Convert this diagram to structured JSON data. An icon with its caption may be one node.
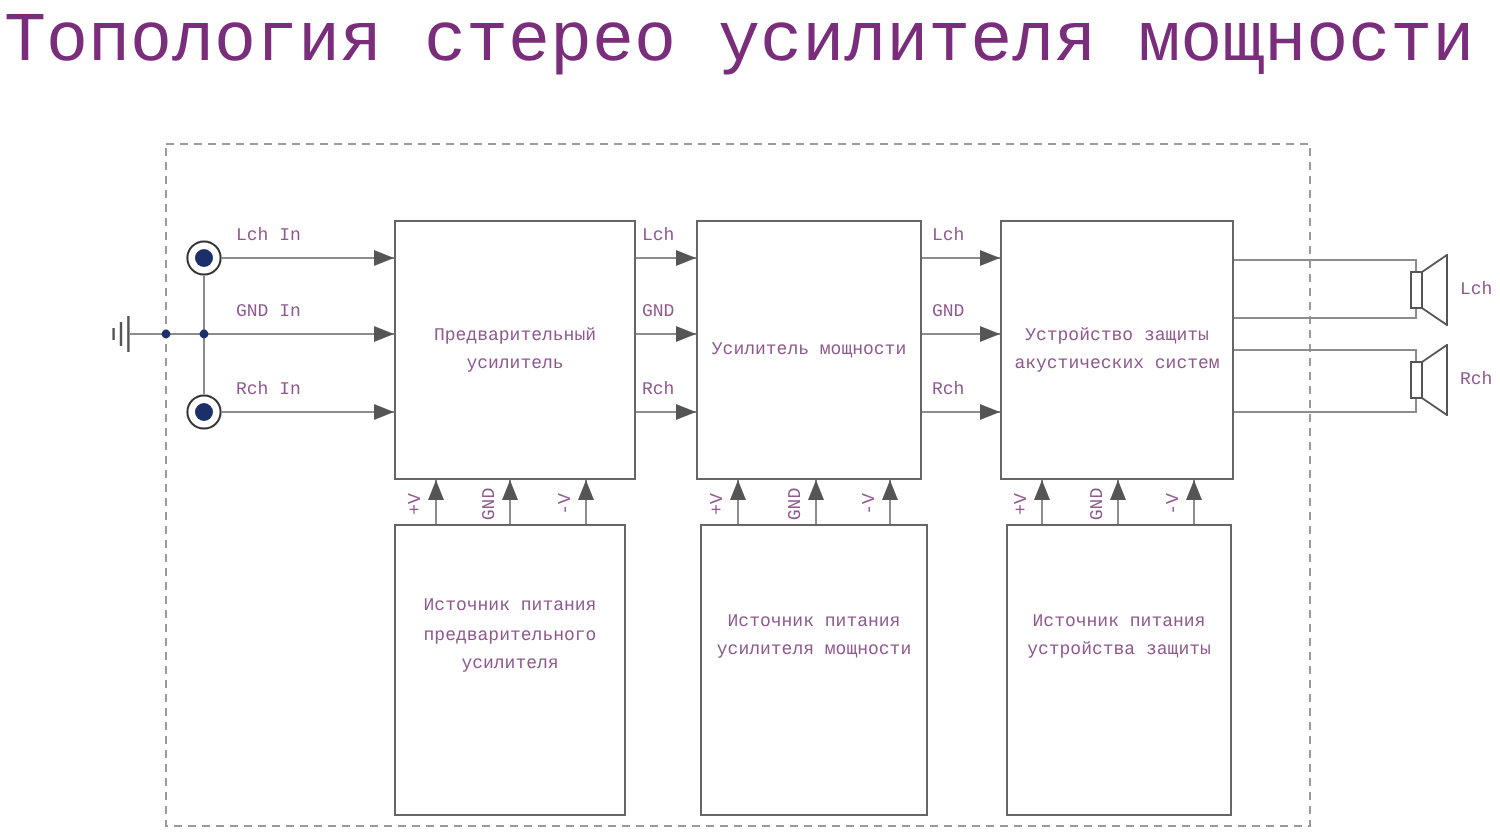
{
  "diagram": {
    "title": "Топология стерео усилителя мощности",
    "nodes": [
      {
        "text": [],
        "shape": "circle"
      },
      {
        "text": [],
        "shape": "ground"
      },
      {
        "text": [],
        "shape": "circle"
      },
      {
        "text": [
          "Предварительный усилитель"
        ]
      },
      {
        "text": [
          "Усилитель мощности"
        ]
      },
      {
        "text": [
          "Устройство защиты акустических систем"
        ]
      },
      {
        "text": [],
        "shape": "speaker",
        "beside": [
          "Lch"
        ]
      },
      {
        "text": [],
        "shape": "speaker",
        "beside": [
          "Rch"
        ]
      },
      {
        "text": [
          "Источник питания предварительного усилителя"
        ]
      },
      {
        "text": [
          "Источник питания усилителя мощности"
        ]
      },
      {
        "text": [
          "Источник питания устройства защиты"
        ]
      }
    ],
    "edges": [
      {
        "from": 0,
        "to": 3,
        "arrow": "to",
        "label": "Lch In"
      },
      {
        "from": 1,
        "to": 3,
        "arrow": "to",
        "label": "GND In"
      },
      {
        "from": 2,
        "to": 3,
        "arrow": "to",
        "label": "Rch In"
      },
      {
        "from": 0,
        "to": 2,
        "arrow": "none"
      },
      {
        "from": 3,
        "to": 4,
        "arrow": "to",
        "label": "Lch"
      },
      {
        "from": 3,
        "to": 4,
        "arrow": "to",
        "label": "GND"
      },
      {
        "from": 3,
        "to": 4,
        "arrow": "to",
        "label": "Rch"
      },
      {
        "from": 4,
        "to": 5,
        "arrow": "to",
        "label": "Lch"
      },
      {
        "from": 4,
        "to": 5,
        "arrow": "to",
        "label": "GND"
      },
      {
        "from": 4,
        "to": 5,
        "arrow": "to",
        "label": "Rch"
      },
      {
        "from": 5,
        "to": 6,
        "arrow": "none"
      },
      {
        "from": 5,
        "to": 6,
        "arrow": "none"
      },
      {
        "from": 5,
        "to": 7,
        "arrow": "none"
      },
      {
        "from": 5,
        "to": 7,
        "arrow": "none"
      },
      {
        "from": 8,
        "to": 3,
        "arrow": "to",
        "label": "+V"
      },
      {
        "from": 8,
        "to": 3,
        "arrow": "to",
        "label": "GND"
      },
      {
        "from": 8,
        "to": 3,
        "arrow": "to",
        "label": "-V"
      },
      {
        "from": 9,
        "to": 4,
        "arrow": "to",
        "label": "+V"
      },
      {
        "from": 9,
        "to": 4,
        "arrow": "to",
        "label": "GND"
      },
      {
        "from": 9,
        "to": 4,
        "arrow": "to",
        "label": "-V"
      },
      {
        "from": 10,
        "to": 5,
        "arrow": "to",
        "label": "+V"
      },
      {
        "from": 10,
        "to": 5,
        "arrow": "to",
        "label": "GND"
      },
      {
        "from": 10,
        "to": 5,
        "arrow": "to",
        "label": "-V"
      }
    ]
  }
}
